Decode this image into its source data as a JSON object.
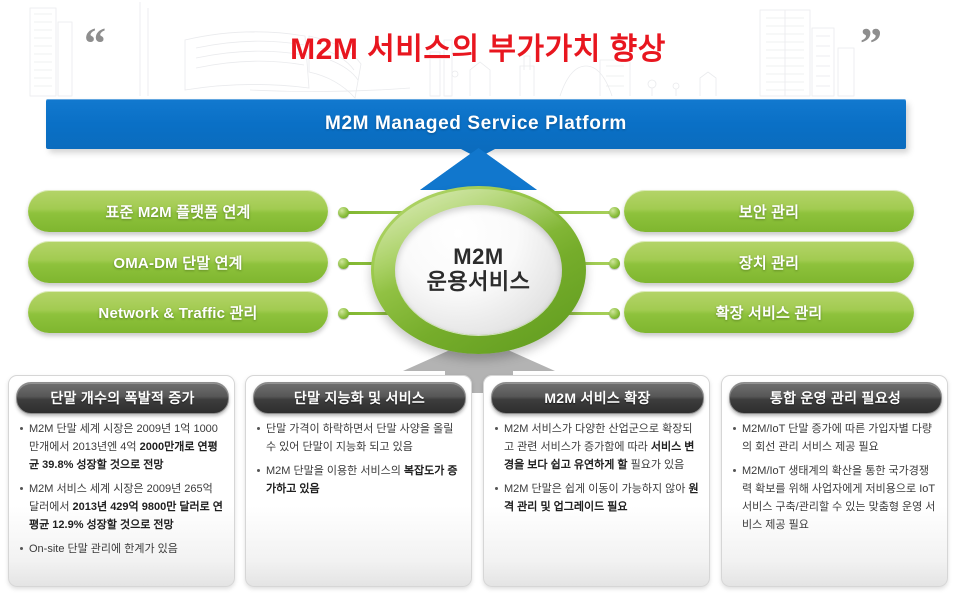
{
  "title": {
    "text": "M2M 서비스의 부가가치 향상",
    "quote_open": "“",
    "quote_close": "”",
    "color": "#e8161f"
  },
  "platform": {
    "label": "M2M  Managed  Service  Platform",
    "color": "#0b70c6"
  },
  "hub": {
    "line1": "M2M",
    "line2": "운용서비스",
    "ring_color": "#7fb62f"
  },
  "left_pills": [
    {
      "label": "표준 M2M 플랫폼 연계"
    },
    {
      "label": "OMA-DM 단말 연계"
    },
    {
      "label": "Network & Traffic 관리"
    }
  ],
  "right_pills": [
    {
      "label": "보안 관리"
    },
    {
      "label": "장치 관리"
    },
    {
      "label": "확장 서비스 관리"
    }
  ],
  "cards": [
    {
      "header": "단말 개수의 폭발적 증가",
      "bullets": [
        [
          {
            "t": "M2M 단말 세계 시장은 2009년 1억 1000만개에서 2013년엔 4억 ",
            "b": false
          },
          {
            "t": "2000만개로 연평균 39.8% 성장할 것으로 전망",
            "b": true
          }
        ],
        [
          {
            "t": "M2M 서비스 세계 시장은 2009년 265억 달러에서 ",
            "b": false
          },
          {
            "t": "2013년 429억 9800만 달러로 연평균 12.9% 성장할 것으로 전망",
            "b": true
          }
        ],
        [
          {
            "t": "On-site 단말 관리에 한계가 있음",
            "b": false
          }
        ]
      ]
    },
    {
      "header": "단말 지능화 및 서비스",
      "bullets": [
        [
          {
            "t": "단말 가격이 하락하면서 단말 사양을 올릴 수 있어 단말이 지능화 되고 있음",
            "b": false
          }
        ],
        [
          {
            "t": "M2M 단말을 이용한 서비스의 ",
            "b": false
          },
          {
            "t": "복잡도가 증가하고 있음",
            "b": true
          }
        ]
      ]
    },
    {
      "header": "M2M 서비스 확장",
      "bullets": [
        [
          {
            "t": "M2M 서비스가 다양한 산업군으로 확장되고 관련 서비스가 증가함에 따라 ",
            "b": false
          },
          {
            "t": "서비스 변경을 보다 쉽고 유연하게 할 ",
            "b": true
          },
          {
            "t": "필요가 있음",
            "b": false
          }
        ],
        [
          {
            "t": "M2M 단말은 쉽게 이동이 가능하지 않아 ",
            "b": false
          },
          {
            "t": "원격 관리 및 업그레이드 필요",
            "b": true
          }
        ]
      ]
    },
    {
      "header": "통합 운영 관리 필요성",
      "bullets": [
        [
          {
            "t": "M2M/IoT 단말 증가에 따른 가입자별 다량의 회선 관리 서비스 제공 필요",
            "b": false
          }
        ],
        [
          {
            "t": "M2M/IoT 생태계의 확산을 통한 국가경쟁력 확보를 위해 사업자에게 저비용으로 IoT 서비스 구축/관리할 수 있는 맞춤형 운영 서비스 제공 필요",
            "b": false
          }
        ]
      ]
    }
  ]
}
